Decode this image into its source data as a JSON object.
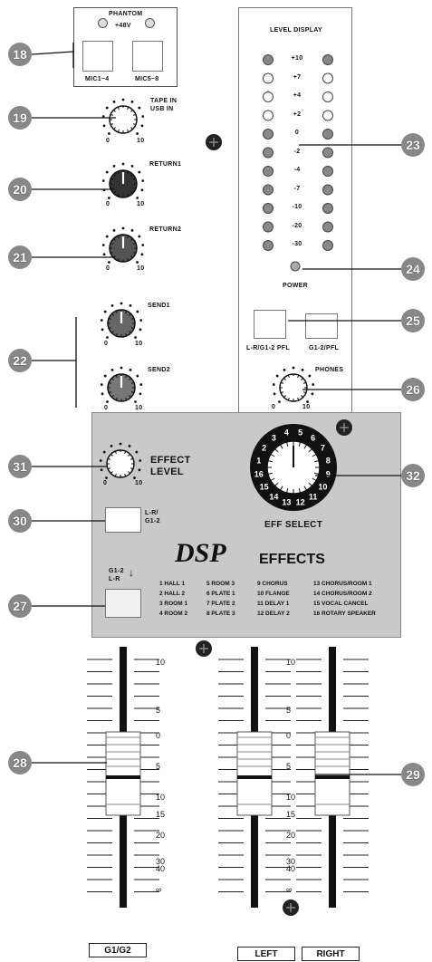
{
  "phantom": {
    "title": "PHANTOM",
    "voltage": "+48V",
    "mic1": "MIC1~4",
    "mic2": "MIC5~8"
  },
  "knobs": {
    "tape_in": "TAPE IN",
    "usb_in": "USB IN",
    "return1": "RETURN1",
    "return2": "RETURN2",
    "send1": "SEND1",
    "send2": "SEND2",
    "phones": "PHONES",
    "min": "0",
    "max": "10"
  },
  "level_display": {
    "title": "LEVEL DISPLAY",
    "scale": [
      "+10",
      "+7",
      "+4",
      "+2",
      "0",
      "-2",
      "-4",
      "-7",
      "-10",
      "-20",
      "-30"
    ],
    "power": "POWER",
    "pfl1": "L-R/G1-2 PFL",
    "pfl2": "G1-2/PFL"
  },
  "effect": {
    "effect": "EFFECT",
    "level": "LEVEL",
    "lr_g12": [
      "L-R/",
      "G1-2"
    ],
    "eff_select": "EFF SELECT",
    "dsp": "DSP",
    "effects": "EFFECTS",
    "selector_numbers": [
      "1",
      "2",
      "3",
      "4",
      "5",
      "6",
      "7",
      "8",
      "9",
      "10",
      "11",
      "12",
      "13",
      "14",
      "15",
      "16"
    ],
    "list": [
      [
        "1",
        "HALL 1"
      ],
      [
        "2",
        "HALL 2"
      ],
      [
        "3",
        "ROOM 1"
      ],
      [
        "4",
        "ROOM 2"
      ],
      [
        "5",
        "ROOM 3"
      ],
      [
        "6",
        "PLATE 1"
      ],
      [
        "7",
        "PLATE 2"
      ],
      [
        "8",
        "PLATE 3"
      ],
      [
        "9",
        "CHORUS"
      ],
      [
        "10",
        "FLANGE"
      ],
      [
        "11",
        "DELAY 1"
      ],
      [
        "12",
        "DELAY 2"
      ],
      [
        "13",
        "CHORUS/ROOM 1"
      ],
      [
        "14",
        "CHORUS/ROOM 2"
      ],
      [
        "15",
        "VOCAL CANCEL"
      ],
      [
        "16",
        "ROTARY SPEAKER"
      ]
    ]
  },
  "g12_lr": [
    "G1-2",
    "L-R"
  ],
  "fader_scale": [
    "10",
    "5",
    "0",
    "5",
    "10",
    "15",
    "20",
    "30",
    "40",
    "∞"
  ],
  "faders": {
    "g1g2": "G1/G2",
    "left": "LEFT",
    "right": "RIGHT"
  },
  "callouts": [
    "18",
    "19",
    "20",
    "21",
    "22",
    "23",
    "24",
    "25",
    "26",
    "31",
    "32",
    "30",
    "27",
    "28",
    "29"
  ]
}
